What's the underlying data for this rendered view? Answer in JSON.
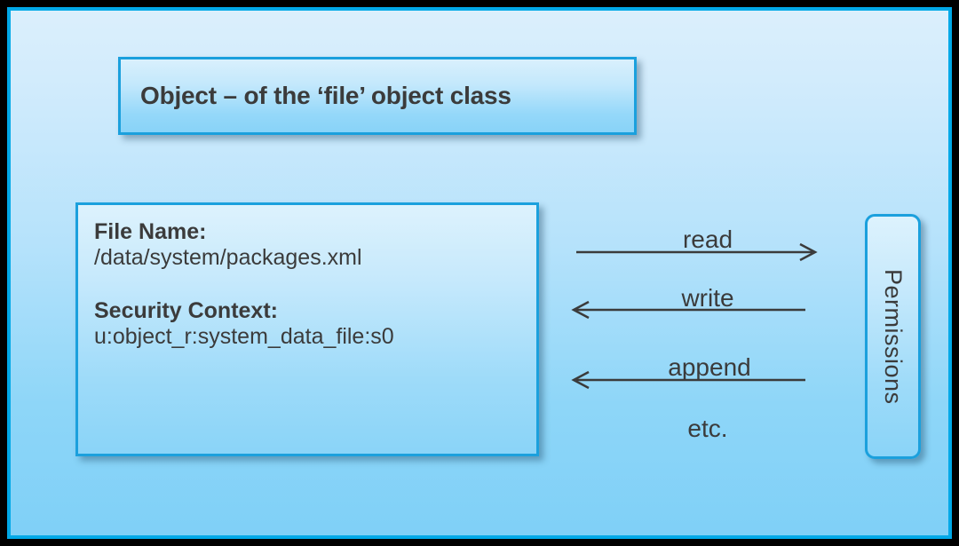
{
  "slide": {
    "frame_color": "#000000",
    "border_color": "#00a9e8",
    "background_top": "#dbeffc",
    "background_bottom": "#7fd0f7",
    "accent_color": "#1ba0dd",
    "text_color": "#3b3b3b"
  },
  "title": {
    "text": "Object – of the ‘file’ object class"
  },
  "object_box": {
    "fields": [
      {
        "label": "File Name:",
        "value": "/data/system/packages.xml"
      },
      {
        "label": "Security Context:",
        "value": "u:object_r:system_data_file:s0"
      }
    ]
  },
  "permissions_box": {
    "label": "Permissions"
  },
  "operations": [
    {
      "name": "read",
      "direction": "right"
    },
    {
      "name": "write",
      "direction": "left"
    },
    {
      "name": "append",
      "direction": "left"
    },
    {
      "name": "etc.",
      "direction": "none"
    }
  ]
}
